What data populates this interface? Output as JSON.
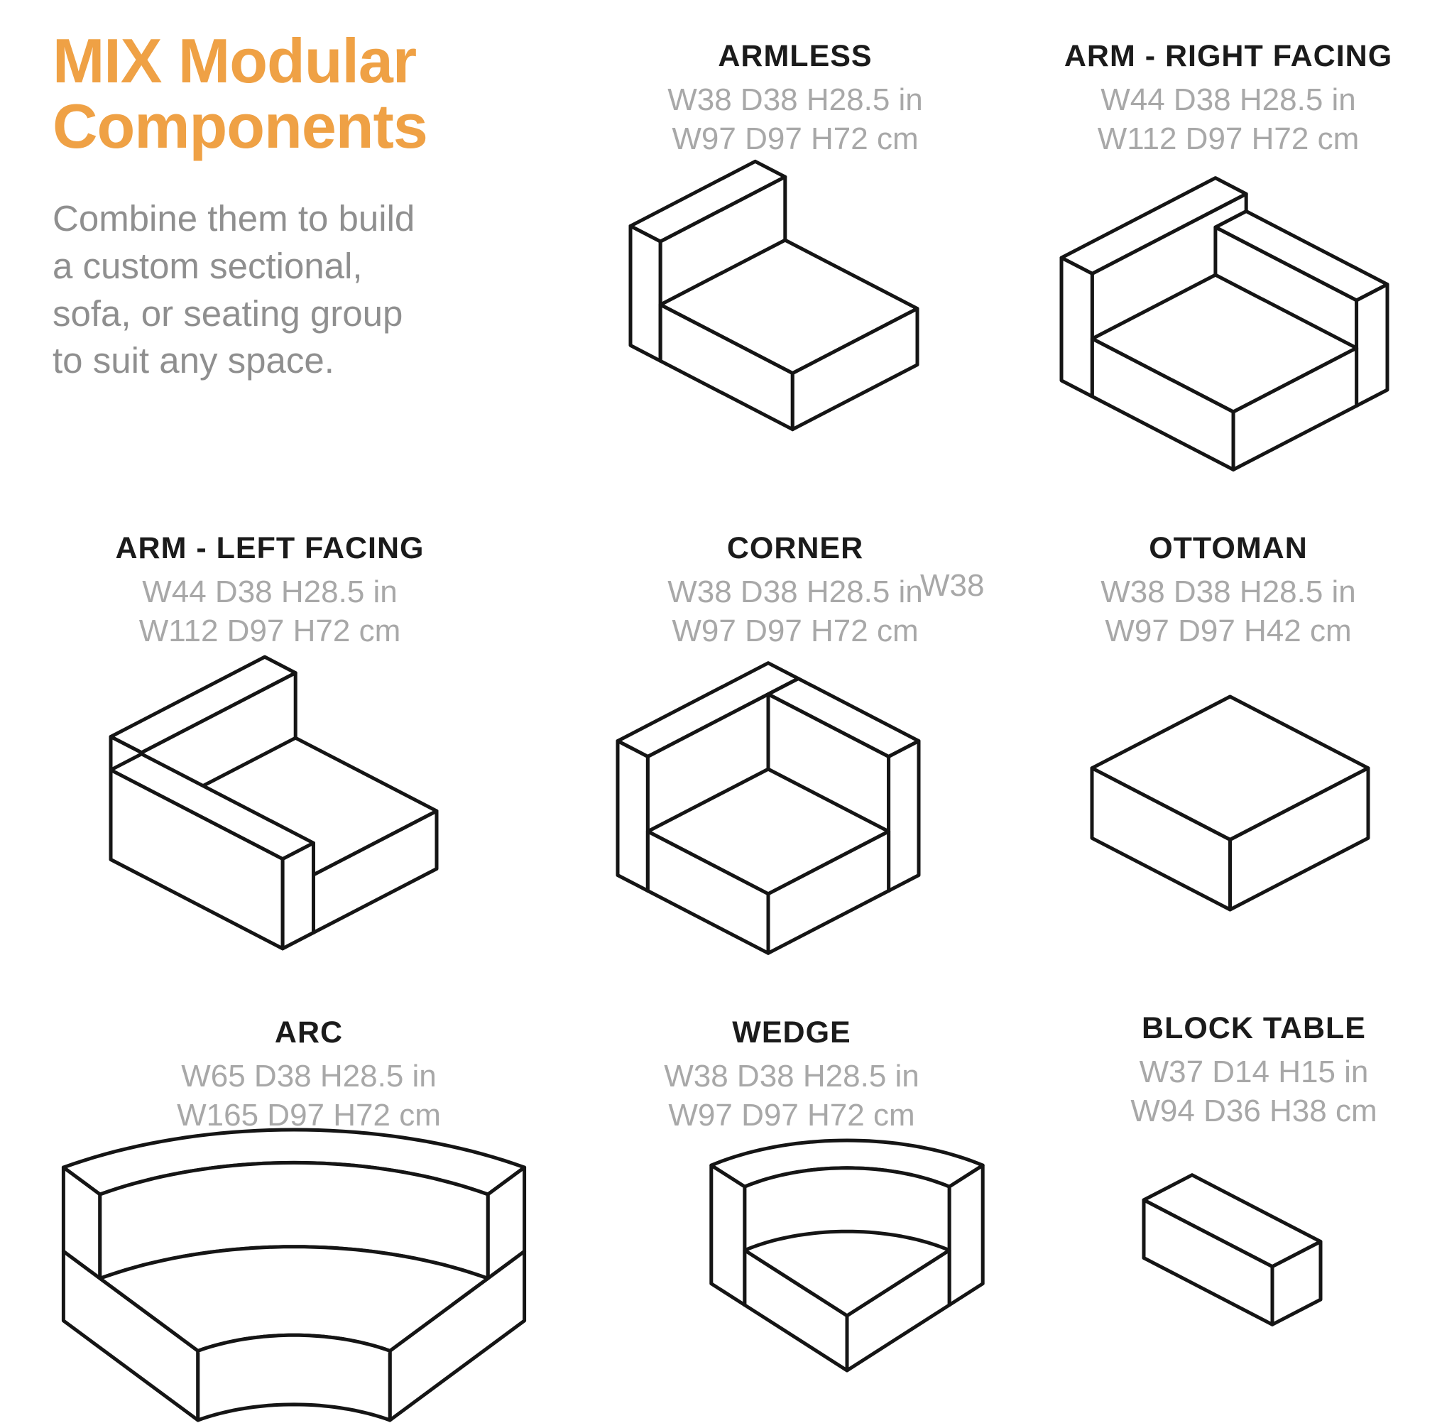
{
  "page": {
    "background": "#ffffff",
    "accent_color": "#EFA145",
    "name_color": "#1B1B1B",
    "dims_color": "#A8A8A8",
    "subtitle_color": "#8F8F8F",
    "line_color": "#151515"
  },
  "header": {
    "title_line1": "MIX Modular",
    "title_line2": "Components",
    "description_lines": [
      "Combine them to build",
      "a custom sectional,",
      "sofa, or seating group",
      "to suit any space."
    ]
  },
  "components": [
    {
      "id": "armless",
      "name": "ARMLESS",
      "dimensions_in": "W38 D38 H28.5 in",
      "dimensions_cm": "W97 D97 H72 cm",
      "drawing": "armless-isometric"
    },
    {
      "id": "arm-right",
      "name": "ARM - RIGHT FACING",
      "dimensions_in": "W44 D38 H28.5 in",
      "dimensions_cm": "W112 D97 H72 cm",
      "drawing": "arm-right-isometric"
    },
    {
      "id": "arm-left",
      "name": "ARM - LEFT FACING",
      "dimensions_in": "W44 D38 H28.5 in",
      "dimensions_cm": "W112 D97 H72 cm",
      "drawing": "arm-left-isometric"
    },
    {
      "id": "corner",
      "name": "CORNER",
      "dimensions_in": "W38 D38 H28.5 in",
      "dimensions_cm": "W97 D97 H72 cm",
      "drawing": "corner-isometric"
    },
    {
      "id": "ottoman",
      "name": "OTTOMAN",
      "dimensions_in": "W38 D38 H28.5 in",
      "dimensions_cm": "W97 D97 H42 cm",
      "drawing": "ottoman-isometric"
    },
    {
      "id": "arc",
      "name": "ARC",
      "dimensions_in": "W65 D38 H28.5 in",
      "dimensions_cm": "W165 D97 H72 cm",
      "drawing": "arc-isometric"
    },
    {
      "id": "wedge",
      "name": "WEDGE",
      "dimensions_in": "W38 D38 H28.5 in",
      "dimensions_cm": "W97 D97 H72 cm",
      "drawing": "wedge-isometric"
    },
    {
      "id": "block-table",
      "name": "BLOCK TABLE",
      "dimensions_in": "W37 D14 H15 in",
      "dimensions_cm": "W94 D36 H38 cm",
      "drawing": "block-table-isometric"
    }
  ],
  "stray_label": "W38"
}
